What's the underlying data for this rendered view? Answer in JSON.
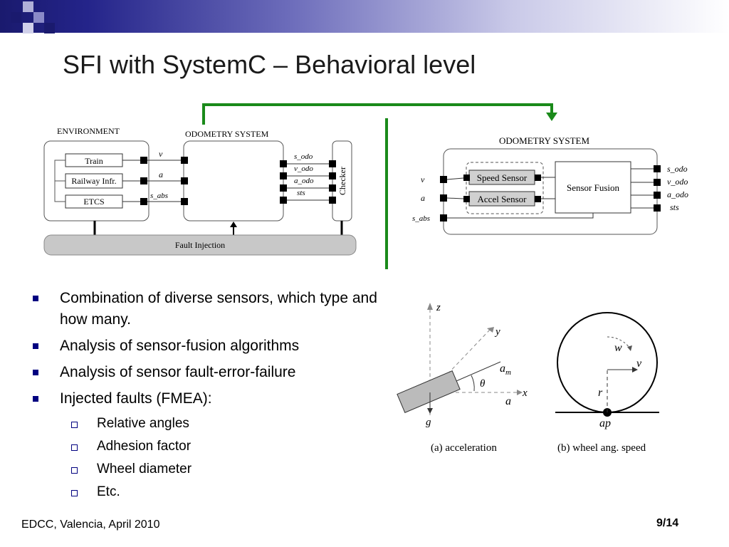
{
  "slide": {
    "title": "SFI with SystemC – Behavioral level",
    "footer_left": "EDCC, Valencia, April 2010",
    "footer_right": "9/14"
  },
  "colors": {
    "banner_dark": "#1a1a6e",
    "bullet": "#000080",
    "arrow_green": "#1a8a1a"
  },
  "left_diagram": {
    "environment_label": "ENVIRONMENT",
    "odometry_label": "ODOMETRY SYSTEM",
    "env_blocks": [
      "Train",
      "Railway Infr.",
      "ETCS"
    ],
    "inputs": [
      "v",
      "a",
      "s_abs"
    ],
    "outputs": [
      "s_odo",
      "v_odo",
      "a_odo",
      "sts"
    ],
    "checker": "Checker",
    "fault_injection": "Fault Injection"
  },
  "right_diagram": {
    "odometry_label": "ODOMETRY SYSTEM",
    "sensors": [
      "Speed Sensor",
      "Accel Sensor"
    ],
    "fusion": "Sensor Fusion",
    "inputs": [
      "v",
      "a",
      "s_abs"
    ],
    "outputs": [
      "s_odo",
      "v_odo",
      "a_odo",
      "sts"
    ]
  },
  "bullets": [
    {
      "text": "Combination of diverse sensors, which type and how many."
    },
    {
      "text": "Analysis of sensor-fusion algorithms"
    },
    {
      "text": "Analysis of sensor fault-error-failure"
    },
    {
      "text": "Injected faults (FMEA):"
    }
  ],
  "sub_bullets": [
    "Relative angles",
    "Adhesion factor",
    "Wheel diameter",
    "Etc."
  ],
  "physics_figure": {
    "caption_a": "(a)  acceleration",
    "caption_b": "(b)  wheel ang. speed",
    "labels_a": {
      "z": "z",
      "y": "y",
      "x": "x",
      "am": "a",
      "am_sub": "m",
      "theta": "θ",
      "a": "a",
      "g": "g"
    },
    "labels_b": {
      "w": "w",
      "v": "v",
      "r": "r",
      "ap": "ap"
    }
  }
}
